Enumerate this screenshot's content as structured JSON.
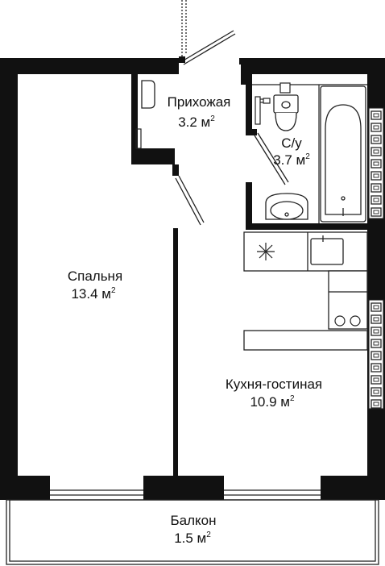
{
  "rooms": {
    "hallway": {
      "name": "Прихожая",
      "area": "3.2 м",
      "unit_sup": "2"
    },
    "bathroom": {
      "name": "С/у",
      "area": "3.7 м",
      "unit_sup": "2"
    },
    "bedroom": {
      "name": "Спальня",
      "area": "13.4 м",
      "unit_sup": "2"
    },
    "kitchen": {
      "name": "Кухня-гостиная",
      "area": "10.9 м",
      "unit_sup": "2"
    },
    "balcony": {
      "name": "Балкон",
      "area": "1.5 м",
      "unit_sup": "2"
    }
  },
  "colors": {
    "wall": "#111111",
    "line": "#222222",
    "background": "#ffffff"
  }
}
